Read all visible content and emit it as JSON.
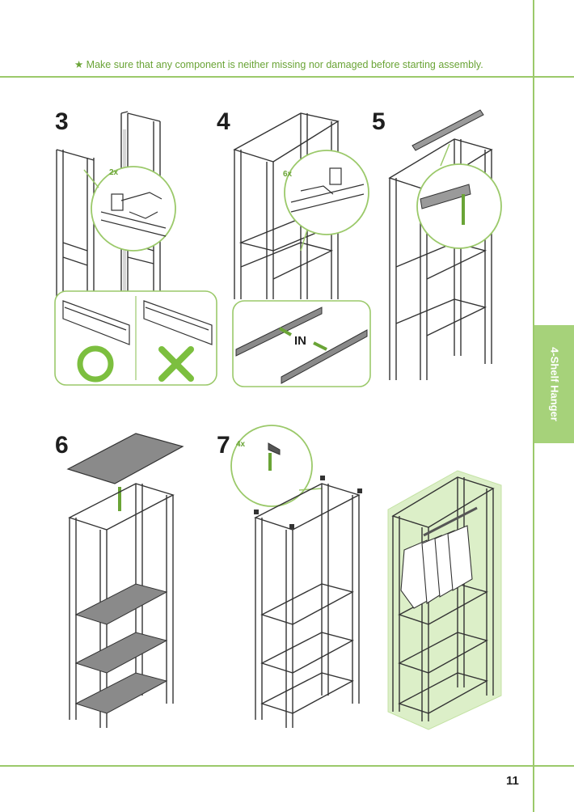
{
  "header": {
    "notice": "★ Make sure that any component is neither missing nor damaged before starting assembly."
  },
  "steps": [
    {
      "number": "3",
      "multiplier": "2x"
    },
    {
      "number": "4",
      "multiplier": "6x",
      "callout_label": "IN"
    },
    {
      "number": "5"
    },
    {
      "number": "6"
    },
    {
      "number": "7",
      "multiplier": "4x"
    }
  ],
  "side_tab": {
    "label": "4-Shelf Hanger"
  },
  "footer": {
    "page_number": "11"
  },
  "colors": {
    "accent": "#9bc96a",
    "accent_dark": "#6aa436",
    "ink": "#1e1e1e",
    "shelf": "#8a8a8a"
  }
}
